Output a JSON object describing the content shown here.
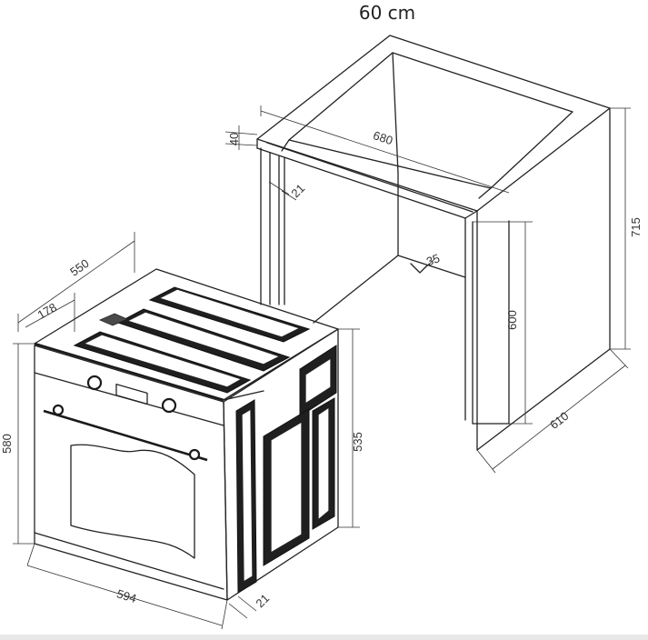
{
  "title": "60 cm",
  "dimensions": {
    "cabinet_depth_top": "680",
    "cabinet_height": "715",
    "cabinet_front_gap": "40",
    "cabinet_side_gap": "21",
    "vent_angle": "35",
    "cabinet_inner_height": "600",
    "cabinet_depth_bottom": "610",
    "oven_depth": "550",
    "oven_panel_depth": "178",
    "oven_height": "580",
    "oven_width": "594",
    "oven_body_height": "535",
    "oven_front_offset": "21"
  }
}
